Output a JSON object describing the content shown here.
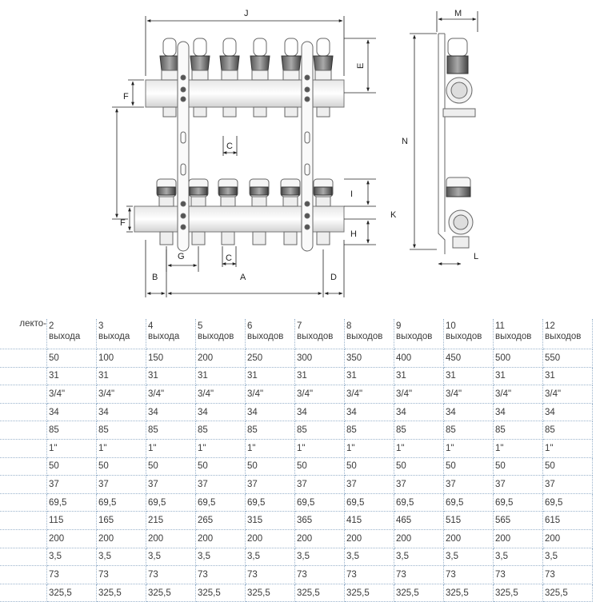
{
  "drawing": {
    "front_labels": [
      "J",
      "E",
      "F",
      "C",
      "F",
      "G",
      "C",
      "I",
      "H",
      "B",
      "A",
      "D"
    ],
    "side_labels": [
      "M",
      "N",
      "K",
      "L"
    ]
  },
  "table": {
    "corner_label": "лекто-",
    "headers": [
      {
        "num": "2",
        "word": "выхода"
      },
      {
        "num": "3",
        "word": "выхода"
      },
      {
        "num": "4",
        "word": "выхода"
      },
      {
        "num": "5",
        "word": "выходов"
      },
      {
        "num": "6",
        "word": "выходов"
      },
      {
        "num": "7",
        "word": "выходов"
      },
      {
        "num": "8",
        "word": "выходов"
      },
      {
        "num": "9",
        "word": "выходов"
      },
      {
        "num": "10",
        "word": "выходов"
      },
      {
        "num": "11",
        "word": "выходов"
      },
      {
        "num": "12",
        "word": "выходов"
      }
    ],
    "rows": [
      [
        "50",
        "100",
        "150",
        "200",
        "250",
        "300",
        "350",
        "400",
        "450",
        "500",
        "550"
      ],
      [
        "31",
        "31",
        "31",
        "31",
        "31",
        "31",
        "31",
        "31",
        "31",
        "31",
        "31"
      ],
      [
        "3/4\"",
        "3/4\"",
        "3/4\"",
        "3/4\"",
        "3/4\"",
        "3/4\"",
        "3/4\"",
        "3/4\"",
        "3/4\"",
        "3/4\"",
        "3/4\""
      ],
      [
        "34",
        "34",
        "34",
        "34",
        "34",
        "34",
        "34",
        "34",
        "34",
        "34",
        "34"
      ],
      [
        "85",
        "85",
        "85",
        "85",
        "85",
        "85",
        "85",
        "85",
        "85",
        "85",
        "85"
      ],
      [
        "1\"",
        "1\"",
        "1\"",
        "1\"",
        "1\"",
        "1\"",
        "1\"",
        "1\"",
        "1\"",
        "1\"",
        "1\""
      ],
      [
        "50",
        "50",
        "50",
        "50",
        "50",
        "50",
        "50",
        "50",
        "50",
        "50",
        "50"
      ],
      [
        "37",
        "37",
        "37",
        "37",
        "37",
        "37",
        "37",
        "37",
        "37",
        "37",
        "37"
      ],
      [
        "69,5",
        "69,5",
        "69,5",
        "69,5",
        "69,5",
        "69,5",
        "69,5",
        "69,5",
        "69,5",
        "69,5",
        "69,5"
      ],
      [
        "115",
        "165",
        "215",
        "265",
        "315",
        "365",
        "415",
        "465",
        "515",
        "565",
        "615"
      ],
      [
        "200",
        "200",
        "200",
        "200",
        "200",
        "200",
        "200",
        "200",
        "200",
        "200",
        "200"
      ],
      [
        "3,5",
        "3,5",
        "3,5",
        "3,5",
        "3,5",
        "3,5",
        "3,5",
        "3,5",
        "3,5",
        "3,5",
        "3,5"
      ],
      [
        "73",
        "73",
        "73",
        "73",
        "73",
        "73",
        "73",
        "73",
        "73",
        "73",
        "73"
      ],
      [
        "325,5",
        "325,5",
        "325,5",
        "325,5",
        "325,5",
        "325,5",
        "325,5",
        "325,5",
        "325,5",
        "325,5",
        "325,5"
      ]
    ]
  }
}
